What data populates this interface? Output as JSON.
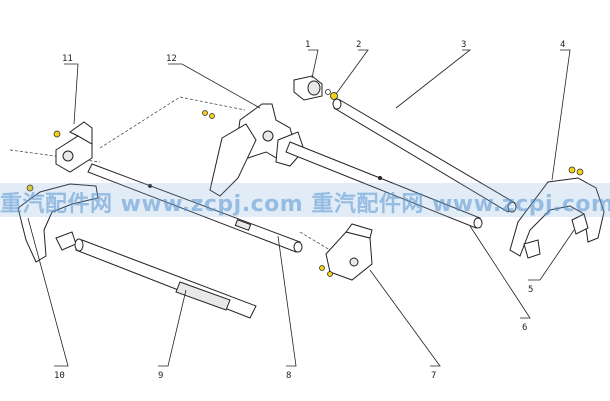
{
  "watermark": {
    "text": "重汽配件网 www.zcpj.com 重汽配件网 www.zcpj.com"
  },
  "callouts": [
    {
      "id": "1",
      "label": "1"
    },
    {
      "id": "2",
      "label": "2"
    },
    {
      "id": "3",
      "label": "3"
    },
    {
      "id": "4",
      "label": "4"
    },
    {
      "id": "5",
      "label": "5"
    },
    {
      "id": "6",
      "label": "6"
    },
    {
      "id": "7",
      "label": "7"
    },
    {
      "id": "8",
      "label": "8"
    },
    {
      "id": "9",
      "label": "9"
    },
    {
      "id": "10",
      "label": "10"
    },
    {
      "id": "11",
      "label": "11"
    },
    {
      "id": "12",
      "label": "12"
    }
  ],
  "colors": {
    "line": "#222222",
    "watermark": "#5a96d2",
    "highlight": "#f2d21a"
  }
}
